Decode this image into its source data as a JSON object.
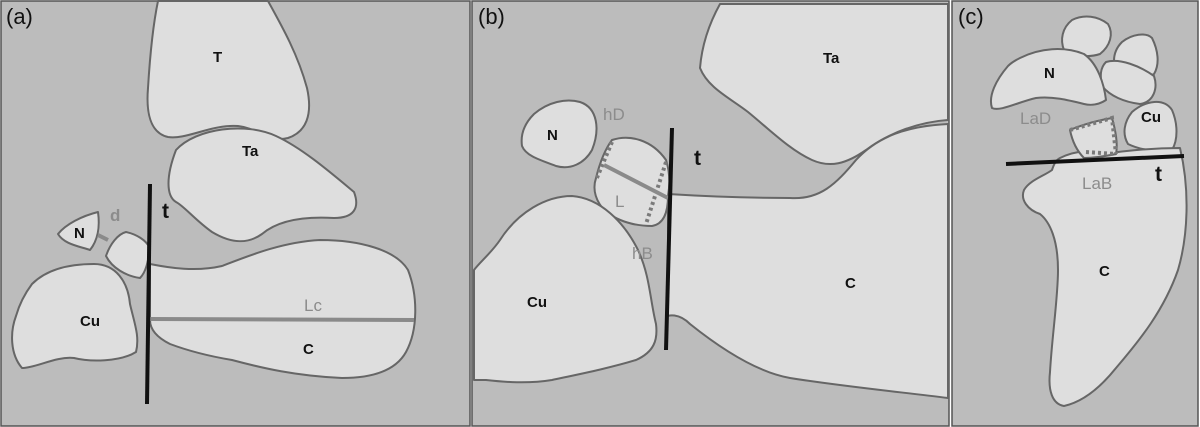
{
  "panels": [
    {
      "tag": "(a)",
      "bones": {
        "T": "T",
        "Ta": "Ta",
        "N": "N",
        "Cu": "Cu",
        "C": "C"
      },
      "measures": {
        "d": "d",
        "Lc": "Lc"
      },
      "line_label": "t"
    },
    {
      "tag": "(b)",
      "bones": {
        "Ta": "Ta",
        "N": "N",
        "Cu": "Cu",
        "C": "C"
      },
      "measures": {
        "hD": "hD",
        "L": "L",
        "hB": "hB"
      },
      "line_label": "t"
    },
    {
      "tag": "(c)",
      "bones": {
        "N": "N",
        "Cu": "Cu",
        "C": "C"
      },
      "measures": {
        "LaD": "LaD",
        "LaB": "LaB"
      },
      "line_label": "t"
    }
  ]
}
